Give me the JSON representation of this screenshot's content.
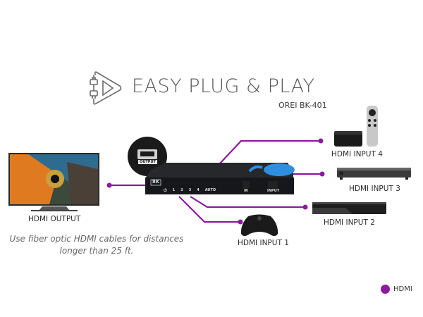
{
  "header": {
    "icon": "plug-play-icon",
    "title": "EASY PLUG & PLAY",
    "subtitle": "OREI BK-401"
  },
  "colors": {
    "hdmi_line": "#8b1a9e",
    "switch_body": "#1c1e22",
    "switch_accent": "#2e8fe0",
    "text": "#2c2c2c"
  },
  "switch": {
    "badge": "8K",
    "port_labels": [
      "1",
      "2",
      "3",
      "4",
      "AUTO"
    ],
    "ir_label": "IR",
    "input_button_label": "INPUT",
    "output_port_label": "OUTPUT"
  },
  "devices": {
    "tv": {
      "label": "HDMI OUTPUT",
      "icon": "tv-icon"
    },
    "input4": {
      "label": "HDMI INPUT 4",
      "icon": "streaming-box-icon"
    },
    "input3": {
      "label": "HDMI INPUT 3",
      "icon": "dvd-player-icon"
    },
    "input2": {
      "label": "HDMI INPUT 2",
      "icon": "bluray-player-icon"
    },
    "input1": {
      "label": "HDMI INPUT 1",
      "icon": "game-controller-icon"
    }
  },
  "note": {
    "line1": "Use fiber optic HDMI cables for distances",
    "line2": "longer than 25 ft."
  },
  "legend": {
    "label": "HDMI"
  }
}
